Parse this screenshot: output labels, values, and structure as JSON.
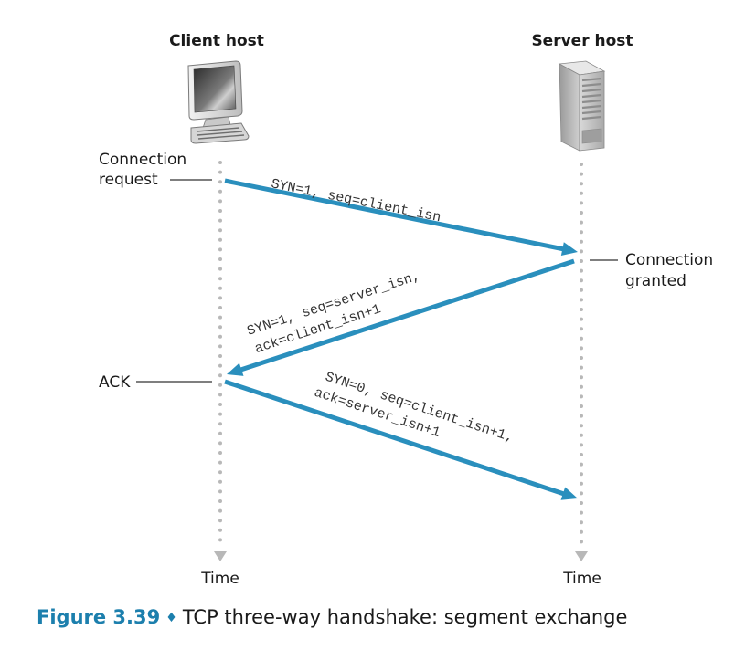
{
  "diagram": {
    "title": "TCP three-way handshake",
    "client": {
      "title": "Client host",
      "icon": "desktop-computer-icon",
      "time_label": "Time"
    },
    "server": {
      "title": "Server host",
      "icon": "server-tower-icon",
      "time_label": "Time"
    },
    "events": {
      "connection_request": [
        "Connection",
        "request"
      ],
      "connection_granted": [
        "Connection",
        "granted"
      ],
      "ack": "ACK"
    },
    "messages": [
      {
        "direction": "client-to-server",
        "lines": [
          "SYN=1, seq=client_isn"
        ]
      },
      {
        "direction": "server-to-client",
        "lines": [
          "SYN=1, seq=server_isn,",
          "ack=client_isn+1"
        ]
      },
      {
        "direction": "client-to-server",
        "lines": [
          "SYN=0, seq=client_isn+1,",
          "ack=server_isn+1"
        ]
      }
    ],
    "colors": {
      "arrow": "#2a8fbd",
      "lifeline": "#b5b5b5",
      "caption_accent": "#1c7fad"
    }
  },
  "caption": {
    "figure_number": "Figure 3.39",
    "separator": "♦",
    "text": "TCP three-way handshake: segment exchange"
  }
}
